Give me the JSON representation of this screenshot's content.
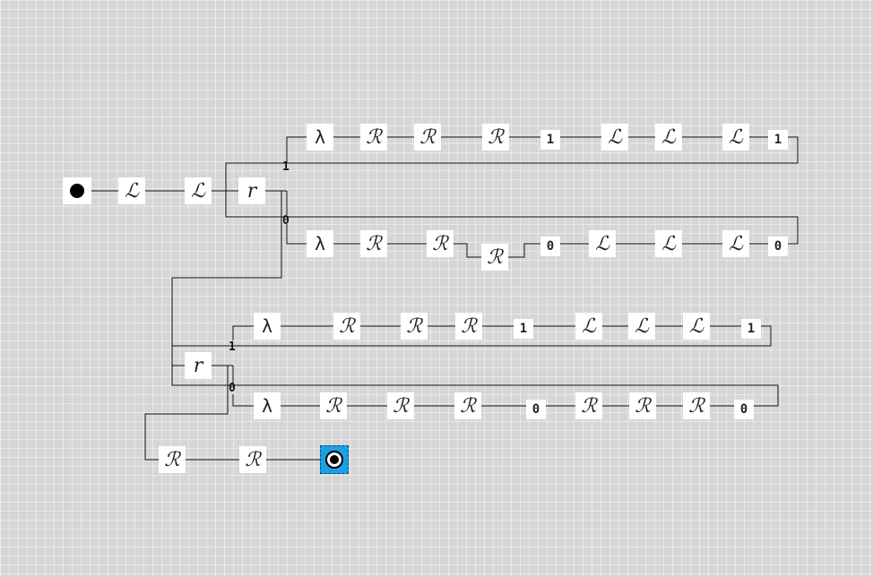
{
  "symbols": {
    "left": "ℒ",
    "right": "ℛ",
    "read": "r",
    "lambda": "λ",
    "one": "1",
    "zero": "0"
  },
  "colors": {
    "background": "#d6d6d6",
    "wire": "#111111",
    "selected_final": "#1aa0e6"
  }
}
